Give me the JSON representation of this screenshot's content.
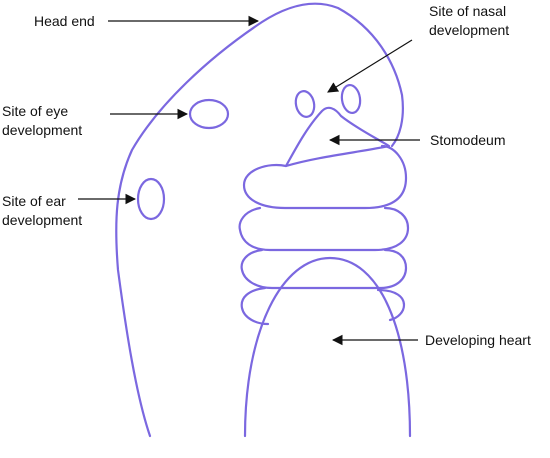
{
  "colors": {
    "outline": "#7b68e0",
    "arrow": "#111111",
    "background": "#ffffff"
  },
  "labels": {
    "head_end": "Head end",
    "nasal_line1": "Site of nasal",
    "nasal_line2": "development",
    "eye_line1": "Site of eye",
    "eye_line2": "development",
    "stomodeum": "Stomodeum",
    "ear_line1": "Site of ear",
    "ear_line2": "development",
    "heart": "Developing heart"
  }
}
